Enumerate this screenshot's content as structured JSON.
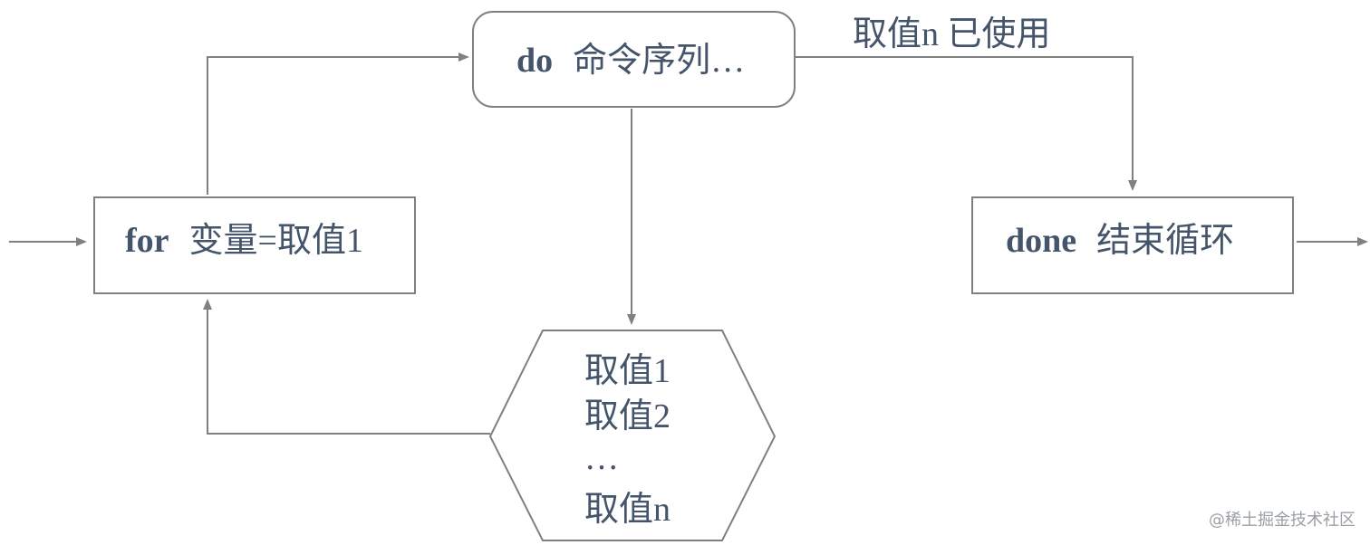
{
  "nodes": {
    "for_box": {
      "keyword": "for",
      "text": "变量=取值1"
    },
    "do_box": {
      "keyword": "do",
      "text": "命令序列…"
    },
    "done_box": {
      "keyword": "done",
      "text": "结束循环"
    },
    "values_hex": {
      "lines": [
        "取值1",
        "取值2",
        "…",
        "取值n"
      ]
    }
  },
  "edges": {
    "do_to_done_label": "取值n 已使用"
  },
  "watermark": "@稀土掘金技术社区",
  "colors": {
    "stroke": "#808080",
    "text": "#44546a"
  }
}
